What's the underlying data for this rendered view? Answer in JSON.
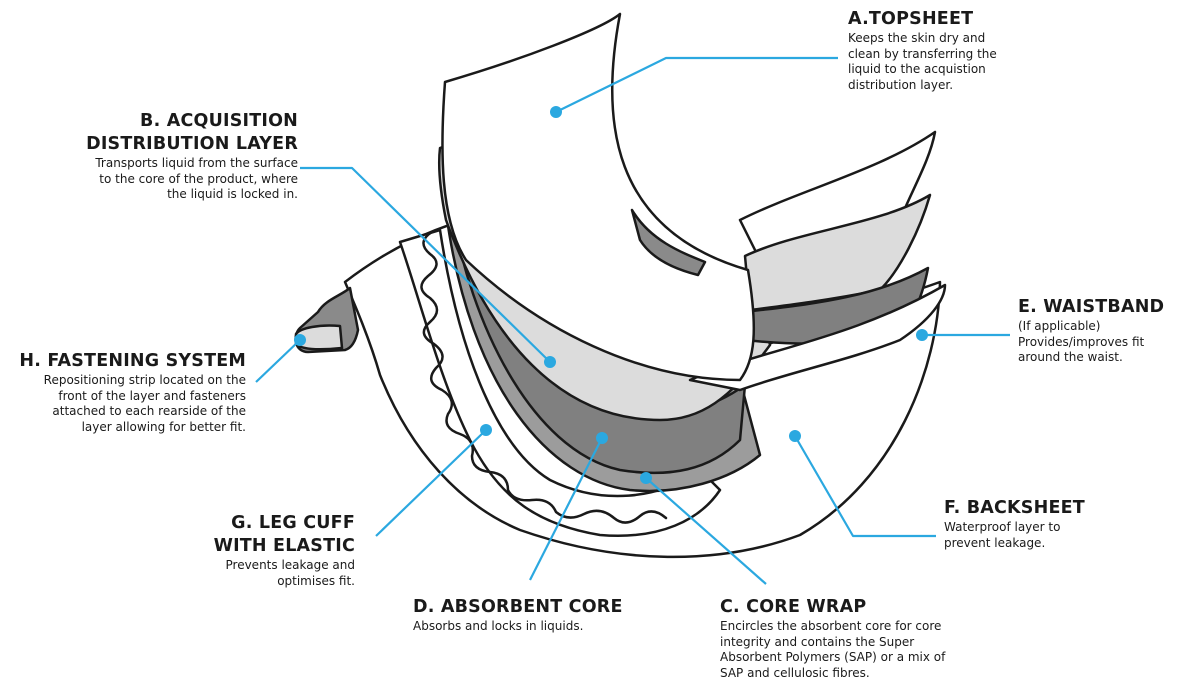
{
  "accent_color": "#2ba8e0",
  "labels": {
    "a": {
      "title": "A.TOPSHEET",
      "desc": "Keeps the skin dry and\nclean by transferring the\nliquid to the acquistion\ndistribution layer."
    },
    "b": {
      "title": "B. ACQUISITION\nDISTRIBUTION LAYER",
      "desc": "Transports liquid from the surface\nto the core of the product, where\nthe liquid is locked in."
    },
    "c": {
      "title": "C. CORE WRAP",
      "desc": "Encircles the absorbent core for core\nintegrity and contains the Super\nAbsorbent Polymers (SAP) or a mix of\nSAP and cellulosic fibres."
    },
    "d": {
      "title": "D. ABSORBENT CORE",
      "desc": "Absorbs and locks in liquids."
    },
    "e": {
      "title": "E. WAISTBAND",
      "note": "(If applicable)",
      "desc": "Provides/improves fit\naround the waist."
    },
    "f": {
      "title": "F. BACKSHEET",
      "desc": "Waterproof layer to\nprevent leakage."
    },
    "g": {
      "title": "G. LEG CUFF\nWITH ELASTIC",
      "desc": "Prevents leakage and\noptimises fit."
    },
    "h": {
      "title": "H. FASTENING SYSTEM",
      "desc": "Repositioning strip located on the\nfront of the layer and fasteners\nattached to each rearside of the\nlayer allowing for better fit."
    }
  }
}
